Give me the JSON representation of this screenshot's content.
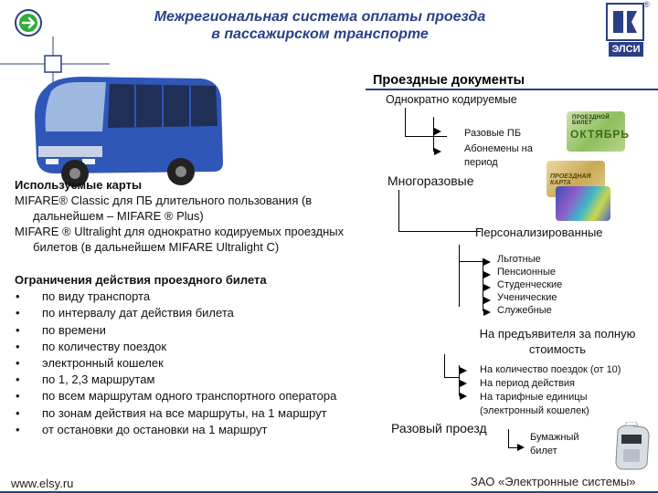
{
  "header": {
    "title_line1": "Межрегиональная система оплаты проезда",
    "title_line2": "в пассажирском транспорте",
    "logo_text": "ЭЛСИ",
    "logo_mark": "®"
  },
  "tree": {
    "root": "Проездные документы",
    "single_use": "Однократно кодируемые",
    "single_use_items": [
      "Разовые ПБ",
      "Абонемены на",
      "период"
    ],
    "multi_use": "Многоразовые",
    "personalized": "Персонализированные",
    "personalized_items": [
      "Льготные",
      "Пенсионные",
      "Студенческие",
      "Ученические",
      "Служебные"
    ],
    "bearer_line1": "На предъявителя за полную",
    "bearer_line2": "стоимость",
    "bearer_items": [
      "На количество поездок (от 10)",
      "На период действия",
      "На тарифные единицы",
      "(электронный кошелек)"
    ],
    "single_ride": "Разовый проезд",
    "paper_ticket_line1": "Бумажный",
    "paper_ticket_line2": "билет"
  },
  "cards": {
    "green_card_text": "ПРОЕЗДНОЙ БИЛЕТ",
    "green_card_big": "ОКТЯБРЬ",
    "gold_card_text": "ПРОЕЗДНАЯ КАРТА"
  },
  "cards_used": {
    "heading": "Используемые карты",
    "line1": "MIFARE® Classic для ПБ длительного пользования (в",
    "line1b": "дальнейшем – MIFARE ® Plus)",
    "line2": "MIFARE ® Ultralight для однократно кодируемых  проездных",
    "line2b": "билетов (в дальнейшем MIFARE Ultralight C)"
  },
  "restrictions": {
    "heading": "Ограничения действия проездного билета",
    "items": [
      "по виду транспорта",
      "по интервалу дат действия билета",
      "по времени",
      "по количеству поездок",
      "электронный кошелек",
      "по 1, 2,3 маршрутам",
      "по всем маршрутам одного транспортного оператора",
      "по зонам действия на все маршруты, на 1 маршрут",
      "от остановки до остановки на 1 маршрут"
    ]
  },
  "footer": {
    "website": "www.elsy.ru",
    "company": "ЗАО «Электронные системы»"
  },
  "colors": {
    "brand_blue": "#2b3f86",
    "icon_green": "#2fae3a"
  }
}
